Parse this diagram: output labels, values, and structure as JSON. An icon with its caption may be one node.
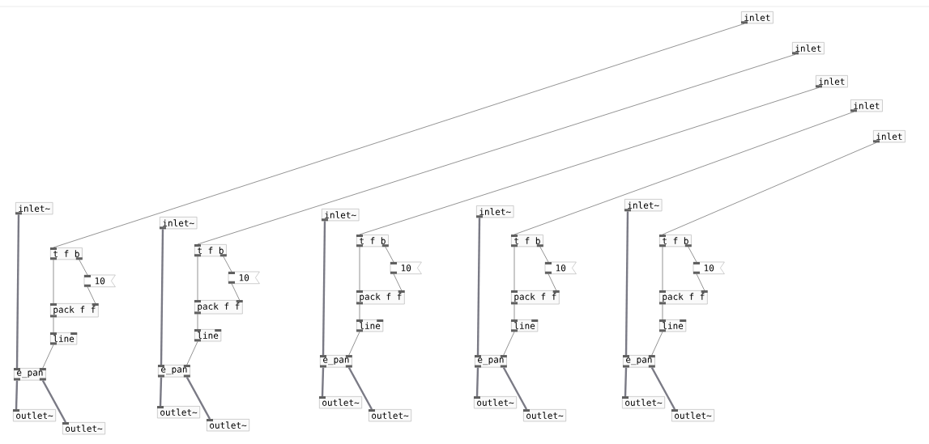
{
  "diagram": {
    "nodes": [
      {
        "text": [
          "inlet"
        ]
      },
      {
        "text": [
          "inlet~"
        ]
      },
      {
        "text": [
          "t f b"
        ]
      },
      {
        "text": [
          "10"
        ]
      },
      {
        "text": [
          "pack f f"
        ]
      },
      {
        "text": [
          "line"
        ]
      },
      {
        "text": [
          "e_pan"
        ]
      },
      {
        "text": [
          "outlet~"
        ]
      },
      {
        "text": [
          "outlet~"
        ]
      },
      {
        "text": [
          "inlet"
        ]
      },
      {
        "text": [
          "inlet~"
        ]
      },
      {
        "text": [
          "t f b"
        ]
      },
      {
        "text": [
          "10"
        ]
      },
      {
        "text": [
          "pack f f"
        ]
      },
      {
        "text": [
          "line"
        ]
      },
      {
        "text": [
          "e_pan"
        ]
      },
      {
        "text": [
          "outlet~"
        ]
      },
      {
        "text": [
          "outlet~"
        ]
      },
      {
        "text": [
          "inlet"
        ]
      },
      {
        "text": [
          "inlet~"
        ]
      },
      {
        "text": [
          "t f b"
        ]
      },
      {
        "text": [
          "10"
        ]
      },
      {
        "text": [
          "pack f f"
        ]
      },
      {
        "text": [
          "line"
        ]
      },
      {
        "text": [
          "e_pan"
        ]
      },
      {
        "text": [
          "outlet~"
        ]
      },
      {
        "text": [
          "outlet~"
        ]
      },
      {
        "text": [
          "inlet"
        ]
      },
      {
        "text": [
          "inlet~"
        ]
      },
      {
        "text": [
          "t f b"
        ]
      },
      {
        "text": [
          "10"
        ]
      },
      {
        "text": [
          "pack f f"
        ]
      },
      {
        "text": [
          "line"
        ]
      },
      {
        "text": [
          "e_pan"
        ]
      },
      {
        "text": [
          "outlet~"
        ]
      },
      {
        "text": [
          "outlet~"
        ]
      },
      {
        "text": [
          "inlet"
        ]
      },
      {
        "text": [
          "inlet~"
        ]
      },
      {
        "text": [
          "t f b"
        ]
      },
      {
        "text": [
          "10"
        ]
      },
      {
        "text": [
          "pack f f"
        ]
      },
      {
        "text": [
          "line"
        ]
      },
      {
        "text": [
          "e_pan"
        ]
      },
      {
        "text": [
          "outlet~"
        ]
      },
      {
        "text": [
          "outlet~"
        ]
      }
    ],
    "edges": [
      {
        "from": 0,
        "to": 2,
        "arrow": "none"
      },
      {
        "from": 2,
        "to": 4,
        "arrow": "none"
      },
      {
        "from": 2,
        "to": 3,
        "arrow": "none"
      },
      {
        "from": 3,
        "to": 4,
        "arrow": "none"
      },
      {
        "from": 4,
        "to": 5,
        "arrow": "none"
      },
      {
        "from": 5,
        "to": 6,
        "arrow": "none"
      },
      {
        "from": 1,
        "to": 6,
        "arrow": "none",
        "style": "thick",
        "color": "#7a7a85"
      },
      {
        "from": 6,
        "to": 7,
        "arrow": "none",
        "style": "thick",
        "color": "#7a7a85"
      },
      {
        "from": 6,
        "to": 8,
        "arrow": "none",
        "style": "thick",
        "color": "#7a7a85"
      },
      {
        "from": 9,
        "to": 11,
        "arrow": "none"
      },
      {
        "from": 11,
        "to": 13,
        "arrow": "none"
      },
      {
        "from": 11,
        "to": 12,
        "arrow": "none"
      },
      {
        "from": 12,
        "to": 13,
        "arrow": "none"
      },
      {
        "from": 13,
        "to": 14,
        "arrow": "none"
      },
      {
        "from": 14,
        "to": 15,
        "arrow": "none"
      },
      {
        "from": 10,
        "to": 15,
        "arrow": "none",
        "style": "thick",
        "color": "#7a7a85"
      },
      {
        "from": 15,
        "to": 16,
        "arrow": "none",
        "style": "thick",
        "color": "#7a7a85"
      },
      {
        "from": 15,
        "to": 17,
        "arrow": "none",
        "style": "thick",
        "color": "#7a7a85"
      },
      {
        "from": 18,
        "to": 20,
        "arrow": "none"
      },
      {
        "from": 20,
        "to": 22,
        "arrow": "none"
      },
      {
        "from": 20,
        "to": 21,
        "arrow": "none"
      },
      {
        "from": 21,
        "to": 22,
        "arrow": "none"
      },
      {
        "from": 22,
        "to": 23,
        "arrow": "none"
      },
      {
        "from": 23,
        "to": 24,
        "arrow": "none"
      },
      {
        "from": 19,
        "to": 24,
        "arrow": "none",
        "style": "thick",
        "color": "#7a7a85"
      },
      {
        "from": 24,
        "to": 25,
        "arrow": "none",
        "style": "thick",
        "color": "#7a7a85"
      },
      {
        "from": 24,
        "to": 26,
        "arrow": "none",
        "style": "thick",
        "color": "#7a7a85"
      },
      {
        "from": 27,
        "to": 29,
        "arrow": "none"
      },
      {
        "from": 29,
        "to": 31,
        "arrow": "none"
      },
      {
        "from": 29,
        "to": 30,
        "arrow": "none"
      },
      {
        "from": 30,
        "to": 31,
        "arrow": "none"
      },
      {
        "from": 31,
        "to": 32,
        "arrow": "none"
      },
      {
        "from": 32,
        "to": 33,
        "arrow": "none"
      },
      {
        "from": 28,
        "to": 33,
        "arrow": "none",
        "style": "thick",
        "color": "#7a7a85"
      },
      {
        "from": 33,
        "to": 34,
        "arrow": "none",
        "style": "thick",
        "color": "#7a7a85"
      },
      {
        "from": 33,
        "to": 35,
        "arrow": "none",
        "style": "thick",
        "color": "#7a7a85"
      },
      {
        "from": 36,
        "to": 38,
        "arrow": "none"
      },
      {
        "from": 38,
        "to": 40,
        "arrow": "none"
      },
      {
        "from": 38,
        "to": 39,
        "arrow": "none"
      },
      {
        "from": 39,
        "to": 40,
        "arrow": "none"
      },
      {
        "from": 40,
        "to": 41,
        "arrow": "none"
      },
      {
        "from": 41,
        "to": 42,
        "arrow": "none"
      },
      {
        "from": 37,
        "to": 42,
        "arrow": "none",
        "style": "thick",
        "color": "#7a7a85"
      },
      {
        "from": 42,
        "to": 43,
        "arrow": "none",
        "style": "thick",
        "color": "#7a7a85"
      },
      {
        "from": 42,
        "to": 44,
        "arrow": "none",
        "style": "thick",
        "color": "#7a7a85"
      }
    ]
  }
}
